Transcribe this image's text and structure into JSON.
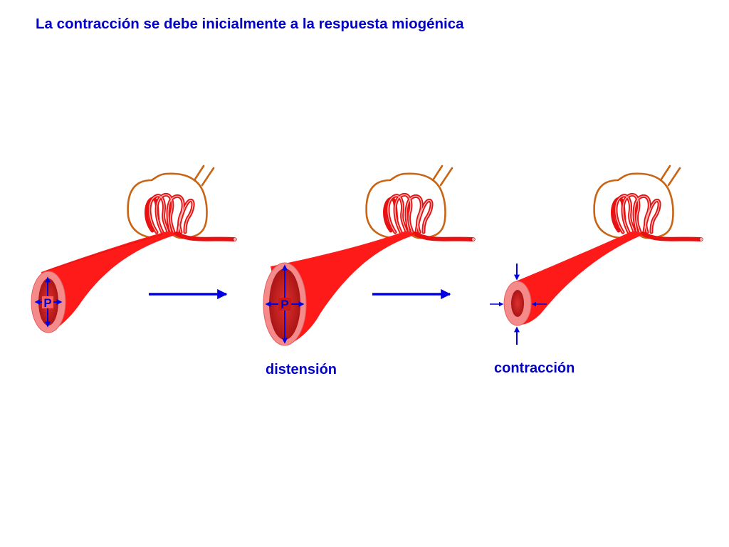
{
  "title": "La contracción se debe inicialmente a la respuesta miogénica",
  "labels": {
    "pressure": "P",
    "distension": "distensión",
    "contraction": "contracción"
  },
  "colors": {
    "text": "#0000c8",
    "arrow": "#0000e0",
    "vessel": "#ff1a1a",
    "vessel_dark": "#c81212",
    "lumen": "#f58a8a",
    "capsule": "#c86414"
  },
  "icons": [
    "glomerulus-icon",
    "arteriole-icon",
    "right-arrow-icon",
    "pressure-arrow-icon"
  ]
}
